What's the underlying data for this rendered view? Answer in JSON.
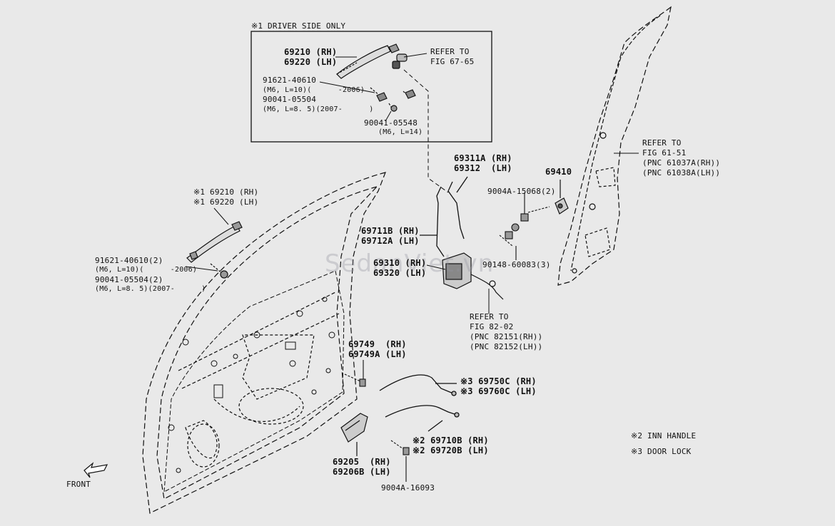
{
  "inset": {
    "title": "※1 DRIVER SIDE ONLY",
    "handle_parts": [
      "69210 (RH)",
      "69220 (LH)"
    ],
    "refer1": [
      "REFER TO",
      "FIG 67-65"
    ],
    "bolt_parts": [
      "91621-40610",
      "(M6, L=10)(      -2006)",
      "90041-05504",
      "(M6, L=8. 5)(2007-      )"
    ],
    "screw_parts": [
      "90041-05548",
      "(M6, L=14)"
    ]
  },
  "labels": {
    "outer_handle": [
      "※1 69210 (RH)",
      "※1 69220 (LH)"
    ],
    "outer_bolts": [
      "91621-40610(2)",
      "(M6, L=10)(      -2006)",
      "90041-05504(2)",
      "(M6, L=8. 5)(2007-      )"
    ],
    "rod1": [
      "69311A (RH)",
      "69312  (LH)"
    ],
    "rod2": [
      "69711B (RH)",
      "69712A (LH)"
    ],
    "lock": [
      "69310 (RH)",
      "69320 (LH)"
    ],
    "striker": "69410",
    "striker_bolt": "9004A-15068(2)",
    "lock_screw": "90148-60083(3)",
    "refer_pillar": [
      "REFER TO",
      "FIG 61-51",
      "(PNC 61037A(RH))",
      "(PNC 61038A(LH))"
    ],
    "refer_wire": [
      "REFER TO",
      "FIG 82-02",
      "(PNC 82151(RH))",
      "(PNC 82152(LH))"
    ],
    "clip": [
      "69749  (RH)",
      "69749A (LH)"
    ],
    "cable_lock": [
      "※3 69750C (RH)",
      "※3 69760C (LH)"
    ],
    "cable_handle": [
      "※2 69710B (RH)",
      "※2 69720B (LH)"
    ],
    "inner_handle": [
      "69205  (RH)",
      "69206B (LH)"
    ],
    "inner_screw": "9004A-16093",
    "note2": "※2 INN HANDLE",
    "note3": "※3 DOOR LOCK",
    "front": "FRONT"
  },
  "watermark": "SedanViet.vn"
}
